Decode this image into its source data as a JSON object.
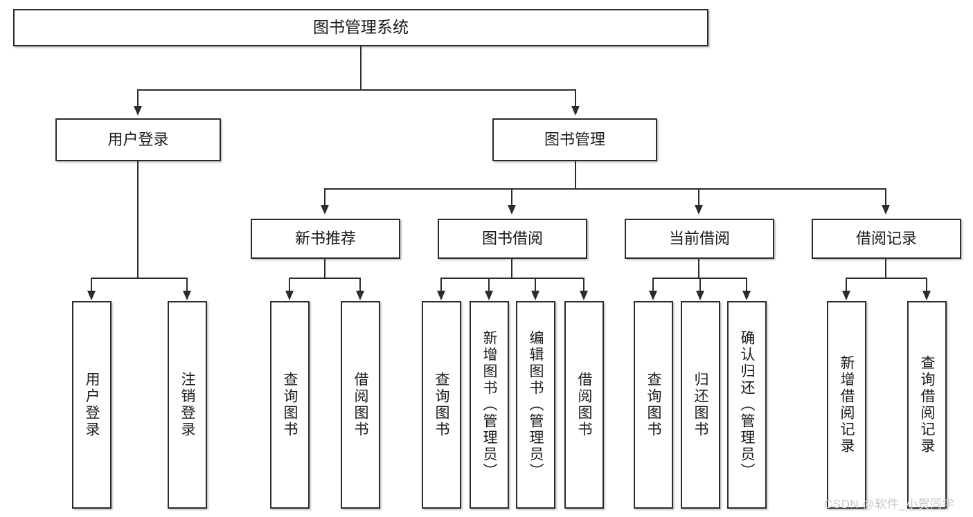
{
  "diagram": {
    "type": "tree-hierarchy-functional-decomposition",
    "title": "图书管理系统",
    "root": {
      "id": "root",
      "label": "图书管理系统"
    },
    "level2": [
      {
        "id": "user-login",
        "label": "用户登录"
      },
      {
        "id": "book-management",
        "label": "图书管理"
      }
    ],
    "level3": [
      {
        "id": "new-book-recommend",
        "label": "新书推荐"
      },
      {
        "id": "book-borrow",
        "label": "图书借阅"
      },
      {
        "id": "current-borrow",
        "label": "当前借阅"
      },
      {
        "id": "borrow-record",
        "label": "借阅记录"
      }
    ],
    "leaves": {
      "user_login": [
        {
          "id": "leaf-user-login",
          "label": "用户登录"
        },
        {
          "id": "leaf-logout-login",
          "label": "注销登录"
        }
      ],
      "new_book_recommend": [
        {
          "id": "leaf-query-book-1",
          "label": "查询图书"
        },
        {
          "id": "leaf-borrow-book-1",
          "label": "借阅图书"
        }
      ],
      "book_borrow": [
        {
          "id": "leaf-query-book-2",
          "label": "查询图书"
        },
        {
          "id": "leaf-add-book-admin",
          "label": "新增图书（管理员）"
        },
        {
          "id": "leaf-edit-book-admin",
          "label": "编辑图书（管理员）"
        },
        {
          "id": "leaf-borrow-book-2",
          "label": "借阅图书"
        }
      ],
      "current_borrow": [
        {
          "id": "leaf-query-book-3",
          "label": "查询图书"
        },
        {
          "id": "leaf-return-book",
          "label": "归还图书"
        },
        {
          "id": "leaf-confirm-return-admin",
          "label": "确认归还（管理员）"
        }
      ],
      "borrow_record": [
        {
          "id": "leaf-add-borrow-record",
          "label": "新增借阅记录"
        },
        {
          "id": "leaf-query-borrow-record",
          "label": "查询借阅记录"
        }
      ]
    }
  },
  "watermark": {
    "text": "CSDN @软件_小贺同学"
  },
  "colors": {
    "stroke": "#2b2b2b",
    "text": "#1a1a1a",
    "background": "#ffffff",
    "watermark": "#c9c9c9"
  }
}
